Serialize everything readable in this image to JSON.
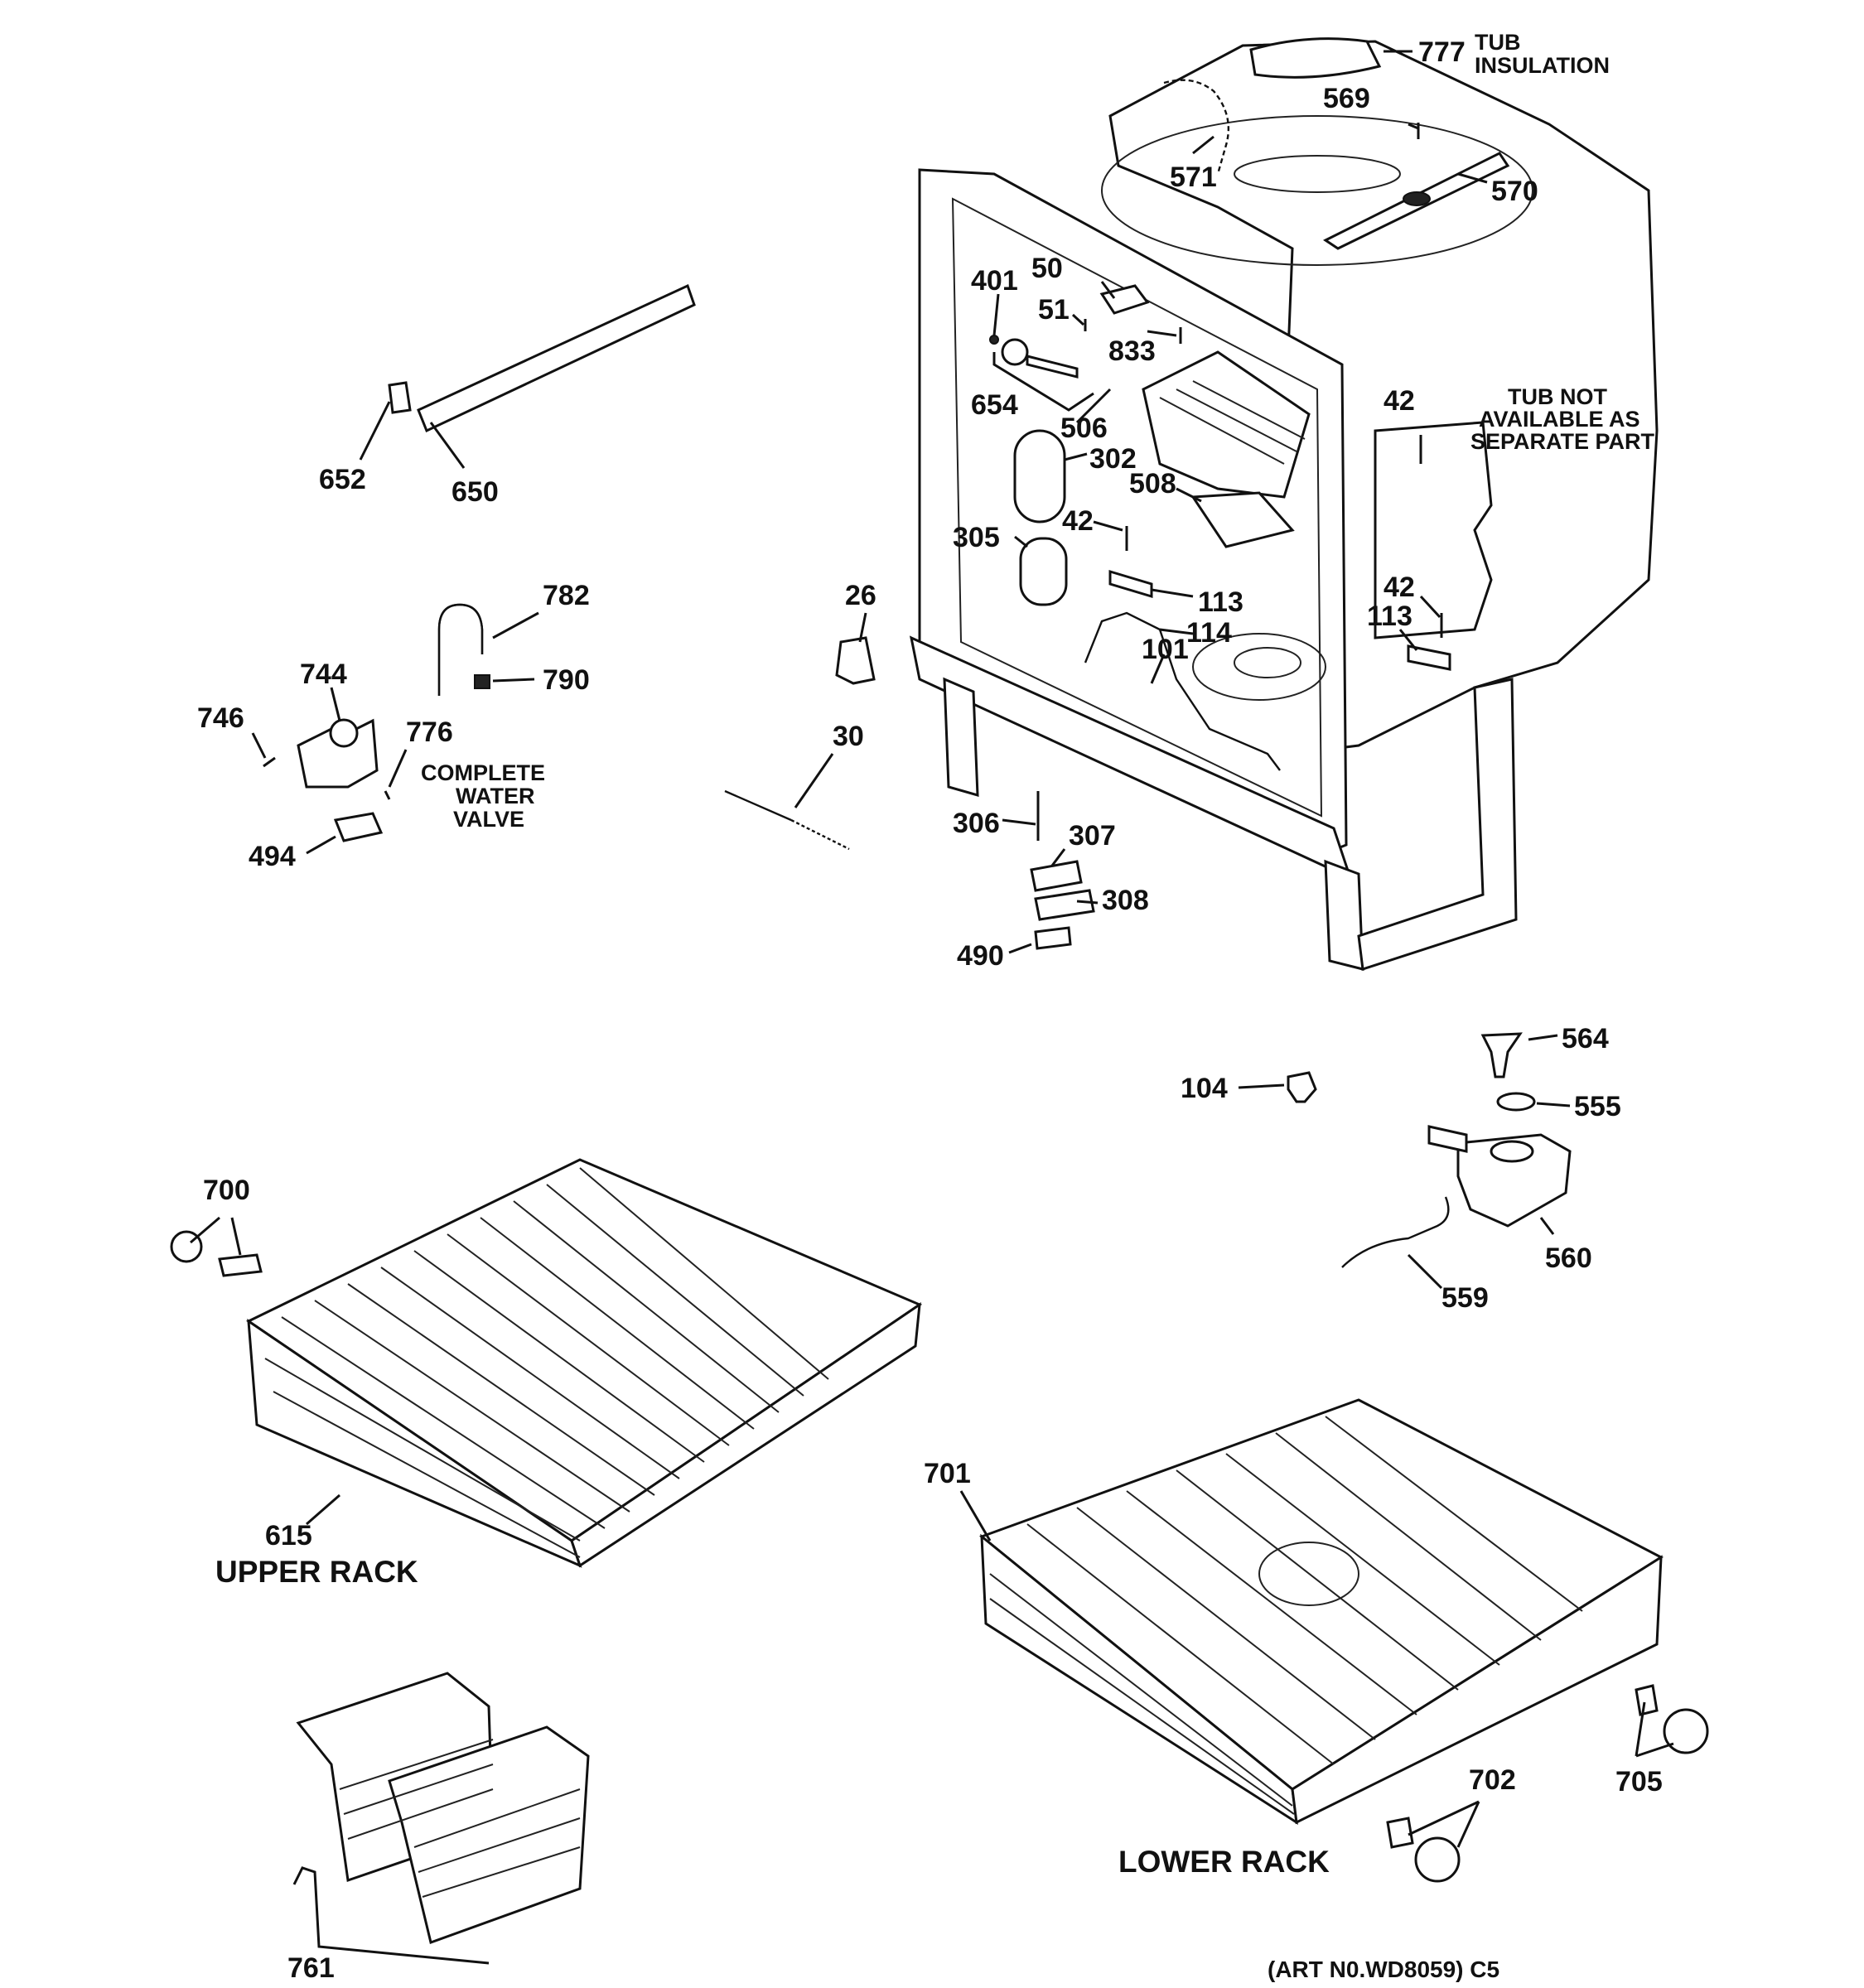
{
  "labels": {
    "p777": "777",
    "p569": "569",
    "p571": "571",
    "p570": "570",
    "p401": "401",
    "p50": "50",
    "p51": "51",
    "p833": "833",
    "p654": "654",
    "p506": "506",
    "p42a": "42",
    "p302": "302",
    "p508": "508",
    "p42b": "42",
    "p305": "305",
    "p113a": "113",
    "p114": "114",
    "p101": "101",
    "p42c": "42",
    "p113b": "113",
    "p26": "26",
    "p30": "30",
    "p306": "306",
    "p307": "307",
    "p308": "308",
    "p490": "490",
    "p652": "652",
    "p650": "650",
    "p782": "782",
    "p790": "790",
    "p744": "744",
    "p746": "746",
    "p776": "776",
    "p494": "494",
    "p564": "564",
    "p104": "104",
    "p555": "555",
    "p560": "560",
    "p559": "559",
    "p700": "700",
    "p615": "615",
    "p701": "701",
    "p702": "702",
    "p705": "705",
    "p761": "761"
  },
  "captions": {
    "tub_insulation_1": "TUB",
    "tub_insulation_2": "INSULATION",
    "tub_not_1": "TUB NOT",
    "tub_not_2": "AVAILABLE AS",
    "tub_not_3": "SEPARATE PART",
    "water_valve_1": "COMPLETE",
    "water_valve_2": "WATER",
    "water_valve_3": "VALVE",
    "upper_rack": "UPPER RACK",
    "lower_rack": "LOWER RACK",
    "art_no": "(ART N0.WD8059) C5"
  }
}
